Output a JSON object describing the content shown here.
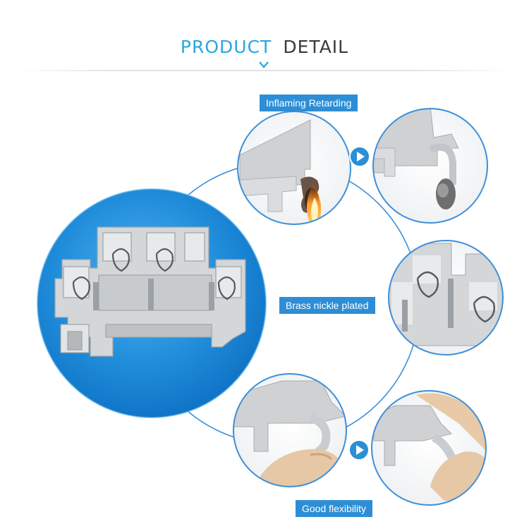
{
  "header": {
    "title_highlight": "PRODUCT",
    "title_rest": "DETAIL"
  },
  "features": {
    "inflaming": "Inflaming Retarding",
    "brass": "Brass nickle plated",
    "flexibility": "Good flexibility"
  },
  "icons": [
    "chevron-down-icon",
    "play-arrow-icon"
  ],
  "colors": {
    "accent": "#2aa7df",
    "label_bg": "#2d8ed6",
    "circle_blue": "#1c86d6",
    "ring": "#3d8fd8",
    "product_gray": "#cfd1d3"
  }
}
